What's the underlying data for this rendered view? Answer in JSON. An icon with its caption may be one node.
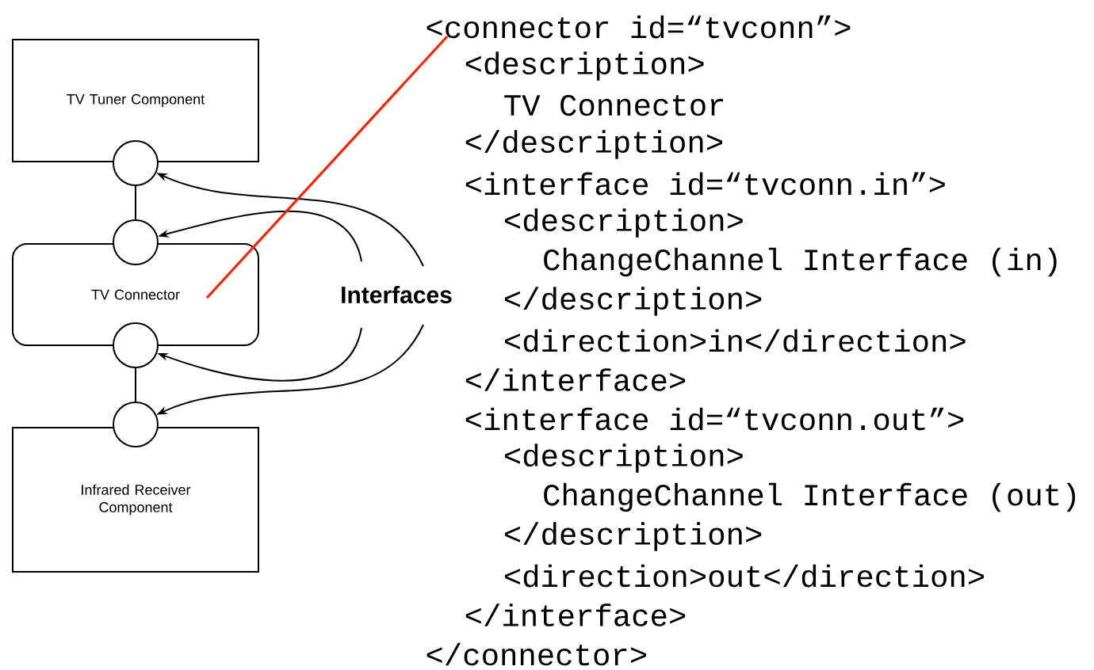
{
  "diagram": {
    "nodes": [
      {
        "text": [
          "TV Tuner Component"
        ]
      },
      {
        "text": [
          "TV Connector"
        ]
      },
      {
        "text": [
          "Infrared Receiver Component"
        ]
      },
      {
        "text": [],
        "shape": "circle"
      },
      {
        "text": [],
        "shape": "circle"
      },
      {
        "text": [],
        "shape": "circle"
      },
      {
        "text": [],
        "shape": "circle"
      },
      {
        "text": [
          "Interfaces"
        ]
      },
      {
        "text": [
          "<connector id=“tvconn”>"
        ]
      }
    ],
    "edges": [
      {
        "from": 3,
        "to": 4,
        "arrow": "none"
      },
      {
        "from": 5,
        "to": 6,
        "arrow": "none"
      },
      {
        "from": 7,
        "to": 3,
        "arrow": "to"
      },
      {
        "from": 7,
        "to": 4,
        "arrow": "to"
      },
      {
        "from": 7,
        "to": 5,
        "arrow": "to"
      },
      {
        "from": 7,
        "to": 6,
        "arrow": "to"
      },
      {
        "from": 8,
        "to": 1,
        "arrow": "none",
        "color": "#ff2200"
      }
    ],
    "labels": [
      "<description>",
      "TV Connector",
      "</description>",
      "<interface id=“tvconn.in”>",
      "<description>",
      "ChangeChannel Interface (in)",
      "</description>",
      "<direction>in</direction>",
      "</interface>",
      "<interface id=“tvconn.out”>",
      "<description>",
      "ChangeChannel Interface (out)",
      "</description>",
      "<direction>out</direction>",
      "</interface>",
      "</connector>"
    ]
  }
}
